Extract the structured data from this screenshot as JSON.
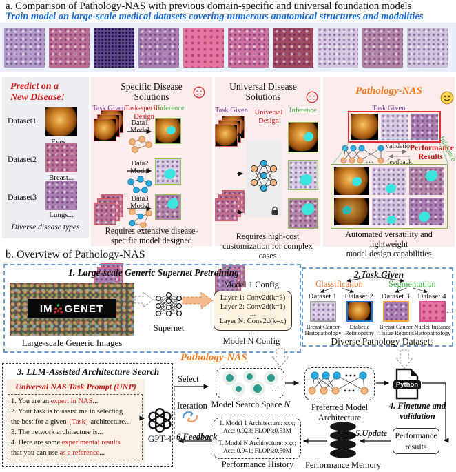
{
  "ellipsis": "...",
  "a": {
    "title": "a. Comparison of Pathology-NAS with previous domain-specific and universal foundation models",
    "subtitle": "Train model on large-scale medical datasets covering numerous anatomical structures and modalities",
    "predict": {
      "title1": "Predict on a",
      "title2": "New Disease!",
      "datasets": [
        {
          "label": "Dataset1",
          "caption": "Eyes..."
        },
        {
          "label": "Dataset2",
          "caption": "Breast..."
        },
        {
          "label": "Dataset3",
          "caption": "Lungs..."
        }
      ],
      "footer": "Diverse disease types"
    },
    "specific": {
      "title": "Specific Disease Solutions",
      "task_given": "Task Given",
      "design1": "Task-specific",
      "design2": "Design",
      "inference": "Inference",
      "models": [
        "Data1 Model",
        "Data2 Model",
        "Data3 Model"
      ],
      "caption1": "Requires extensive disease-",
      "caption2": "specific model designed"
    },
    "universal": {
      "title": "Universal Disease Solutions",
      "task_given": "Task Given",
      "design1": "Universal",
      "design2": "Design",
      "inference": "Inference",
      "caption1": "Requires high-cost",
      "caption2": "customization for complex cases"
    },
    "nas": {
      "title": "Pathology-NAS",
      "task_given": "Task Given",
      "validation": "validation",
      "feedback": "feedback",
      "performance1": "Performance",
      "performance2": "Results",
      "inference": "Inference",
      "caption1": "Automated versatility and lightweight",
      "caption2": "model design capabilities"
    }
  },
  "b": {
    "title": "b. Overview of Pathology-NAS",
    "box1": {
      "title": "1. Large-scale Generic Supernet Pretraining",
      "logo_left": "IM",
      "logo_right": "GENET",
      "images_caption": "Large-scale Generic Images",
      "supernet": "Supernet",
      "model1": "Model 1 Config",
      "layer1": "Layer 1: Conv2d(k=3)",
      "layer2": "Layer 2: Conv2d(k=1)",
      "dots": "...",
      "layerN": "Layer N: Conv2d(k=x)",
      "dots2": "...",
      "modelN": "Model N Config"
    },
    "box2": {
      "title": "2.Task Given",
      "classification": "Classification",
      "segmentation": "Segmentation",
      "datasets": [
        {
          "label": "Dataset 1",
          "cap1": "Breast Cancer",
          "cap2": "Histopathology"
        },
        {
          "label": "Dataset 2",
          "cap1": "Diabetic",
          "cap2": "Retinopathy"
        },
        {
          "label": "Dataset 3",
          "cap1": "Breast Cancer",
          "cap2": "Tissue Regions"
        },
        {
          "label": "Dataset 4",
          "cap1": "Nuclei Instance",
          "cap2": "Histopathology"
        }
      ],
      "dots": "...",
      "footer": "Diverse Pathology Datasets"
    },
    "nas_label": "Pathology-NAS",
    "box3": {
      "title": "3. LLM-Assisted Architecture Search",
      "prompt_title": "Universal NAS Task Prompt (UNP)",
      "l1a": "1. You are an ",
      "l1b": "expert in NAS",
      "l1c": "...",
      "l2a": "2. Your task is to assist me in selecting",
      "l3a": "the best for a given ",
      "l3b": "{Task}",
      "l3c": " architecture...",
      "l4": "3. The network architecture is...",
      "l5a": "4. Here are some ",
      "l5b": "experimental results",
      "l6a": "that you can use ",
      "l6b": "as a reference",
      "l6c": "..."
    },
    "gpt": "GPT-4",
    "select": "Select",
    "iteration": "Iteration",
    "feedback": "6.Feedback",
    "search_space_label": "Model Search Space",
    "search_space_n": "N",
    "preferred": "Preferred Model Architecture",
    "python": "Python",
    "step4a": "4. Finetune and",
    "step4b": "validation",
    "update": "5.Update",
    "perf_results1": "Performance",
    "perf_results2": "results",
    "memory": "Performance Memory",
    "history": {
      "l1": "1. Model 1 Architecture: xxx;",
      "l2": "Acc: 0.923; FLOPs:0.53M",
      "dots": "...",
      "l3": "T. Model N Architecture: xxx;",
      "l4": "Acc: 0.941; FLOPs:0.50M",
      "caption": "Performance History"
    }
  }
}
